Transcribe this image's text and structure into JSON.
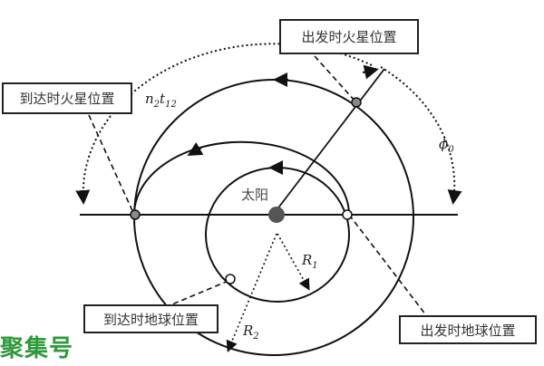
{
  "labels": {
    "mars_departure": "出发时火星位置",
    "mars_arrival": "到达时火星位置",
    "earth_arrival": "到达时地球位置",
    "earth_departure": "出发时地球位置",
    "sun": "太阳",
    "n2t12_n": "n",
    "n2t12_sub1": "2",
    "n2t12_t": "t",
    "n2t12_sub2": "12",
    "phi0": "ϕ",
    "phi0_sub": "0",
    "r1": "R",
    "r1_sub": "1",
    "r2": "R",
    "r2_sub": "2"
  },
  "watermark": "聚集号",
  "colors": {
    "line": "#111111",
    "watermark": "#2e9a3a",
    "planet": "#777777"
  }
}
